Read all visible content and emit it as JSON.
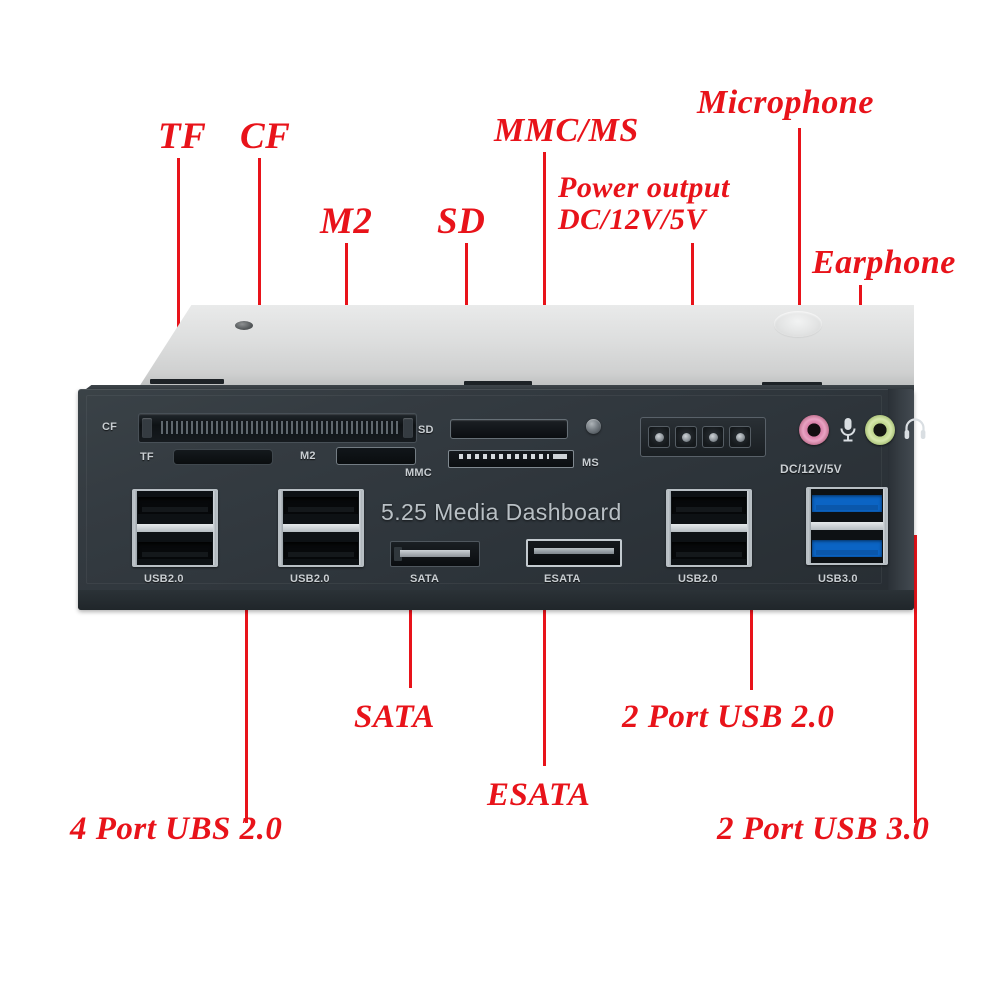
{
  "diagram": {
    "title": "5.25 Media Dashboard front panel port callout diagram",
    "accent_color": "#e8131a",
    "device_body_color": "#2d343a",
    "lid_color": "#dcdddd"
  },
  "device": {
    "brand_text": "5.25 Media Dashboard",
    "silk_labels": {
      "cf": "CF",
      "tf": "TF",
      "m2": "M2",
      "sd": "SD",
      "mmc": "MMC",
      "ms": "MS",
      "dc": "DC/12V/5V",
      "usb2_a": "USB2.0",
      "usb2_b": "USB2.0",
      "usb2_c": "USB2.0",
      "usb3": "USB3.0",
      "sata": "SATA",
      "esata": "ESATA"
    },
    "jacks": [
      {
        "name": "microphone-jack",
        "color": "#e9a3c3",
        "icon": "microphone-icon",
        "glyph": "♁"
      },
      {
        "name": "earphone-jack",
        "color": "#d6e8ac",
        "icon": "headphone-icon",
        "glyph": "∩"
      }
    ],
    "power_connector": {
      "name": "molex-4pin",
      "pins": 4
    }
  },
  "callouts": [
    {
      "id": "tf",
      "text": "TF"
    },
    {
      "id": "cf",
      "text": "CF"
    },
    {
      "id": "m2",
      "text": "M2"
    },
    {
      "id": "sd",
      "text": "SD"
    },
    {
      "id": "mmc_ms",
      "text": "MMC/MS"
    },
    {
      "id": "power",
      "line1": "Power output",
      "line2": "DC/12V/5V"
    },
    {
      "id": "mic",
      "text": "Microphone"
    },
    {
      "id": "earphone",
      "text": "Earphone"
    },
    {
      "id": "usb4",
      "text": "4 Port UBS 2.0"
    },
    {
      "id": "sata",
      "text": "SATA"
    },
    {
      "id": "esata",
      "text": "ESATA"
    },
    {
      "id": "usb2_2",
      "text": "2 Port USB 2.0"
    },
    {
      "id": "usb3_2",
      "text": "2 Port USB 3.0"
    }
  ]
}
